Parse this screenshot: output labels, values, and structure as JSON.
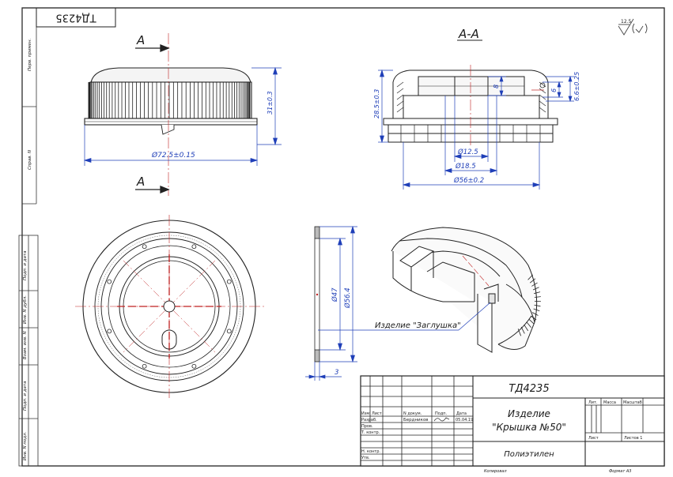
{
  "frame": {
    "corner_code": "ТД4235",
    "roughness": "12.5",
    "side_labels": [
      "Перв. примен.",
      "Справ. N",
      "Подп. и дата",
      "Инв. N дубл.",
      "Взам. инв. N",
      "Подп. и дата",
      "Инв. N подл."
    ]
  },
  "views": {
    "section_marker": "А",
    "section_title": "А-А"
  },
  "dims": {
    "front_height": "31±0.3",
    "front_diameter": "Ø72.5±0.15",
    "sec_height": "28.5±0.3",
    "sec_8": "8",
    "sec_6": "6",
    "sec_66": "6.6±0.25",
    "sec_d125": "Ø12.5",
    "sec_d185": "Ø18.5",
    "sec_d56": "Ø56±0.2",
    "gasket_47": "Ø47",
    "gasket_564": "Ø56.4",
    "gasket_3": "3"
  },
  "callout": "Изделие \"Заглушка\"",
  "title_block": {
    "code": "ТД4235",
    "name_1": "Изделие",
    "name_2": "\"Крышка №50\"",
    "material": "Полиэтилен",
    "col_headers": [
      "Изм",
      "Лист",
      "N докум.",
      "Подп.",
      "Дата"
    ],
    "roles": [
      "Разраб.",
      "Пров.",
      "Т. контр.",
      "",
      "Н. контр.",
      "Утв."
    ],
    "designer": "Бердников",
    "date": "05.04.19",
    "lit": "Лит.",
    "mass": "Масса",
    "scale": "Масштаб",
    "sheet": "Лист",
    "sheets": "Листов 1",
    "copied": "Копировал",
    "format": "Формат А3"
  }
}
